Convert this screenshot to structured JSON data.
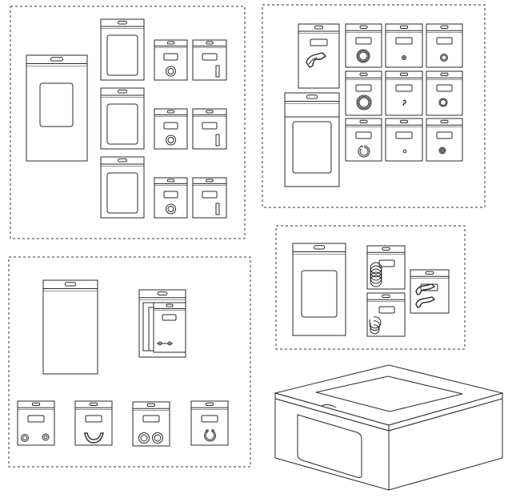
{
  "figure": {
    "groups": [
      {
        "id": "group-top-left",
        "items": 10
      },
      {
        "id": "group-top-right",
        "items": 11
      },
      {
        "id": "group-middle-right",
        "items": 4
      },
      {
        "id": "group-bottom-left",
        "items": 6
      }
    ],
    "box": {
      "id": "display-box"
    }
  }
}
